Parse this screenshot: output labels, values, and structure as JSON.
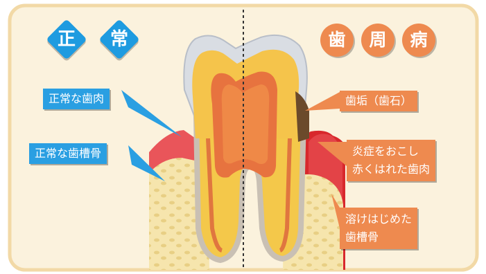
{
  "left": {
    "heading_chars": [
      "正",
      "常"
    ],
    "labels": {
      "gum": "正常な歯肉",
      "bone": "正常な歯槽骨"
    }
  },
  "right": {
    "heading_chars": [
      "歯",
      "周",
      "病"
    ],
    "labels": {
      "tartar": "歯垢（歯石）",
      "inflamed_line1": "炎症をおこし",
      "inflamed_line2": "赤くはれた歯肉",
      "bone_line1": "溶けはじめた",
      "bone_line2": "歯槽骨"
    }
  },
  "colors": {
    "panel_bg": "#fbf2dd",
    "panel_border": "#f2d9a6",
    "normal_accent": "#2a9fe2",
    "disease_accent": "#ee8a4f",
    "gum": "#e0373a",
    "bone": "#f5e3a8"
  }
}
